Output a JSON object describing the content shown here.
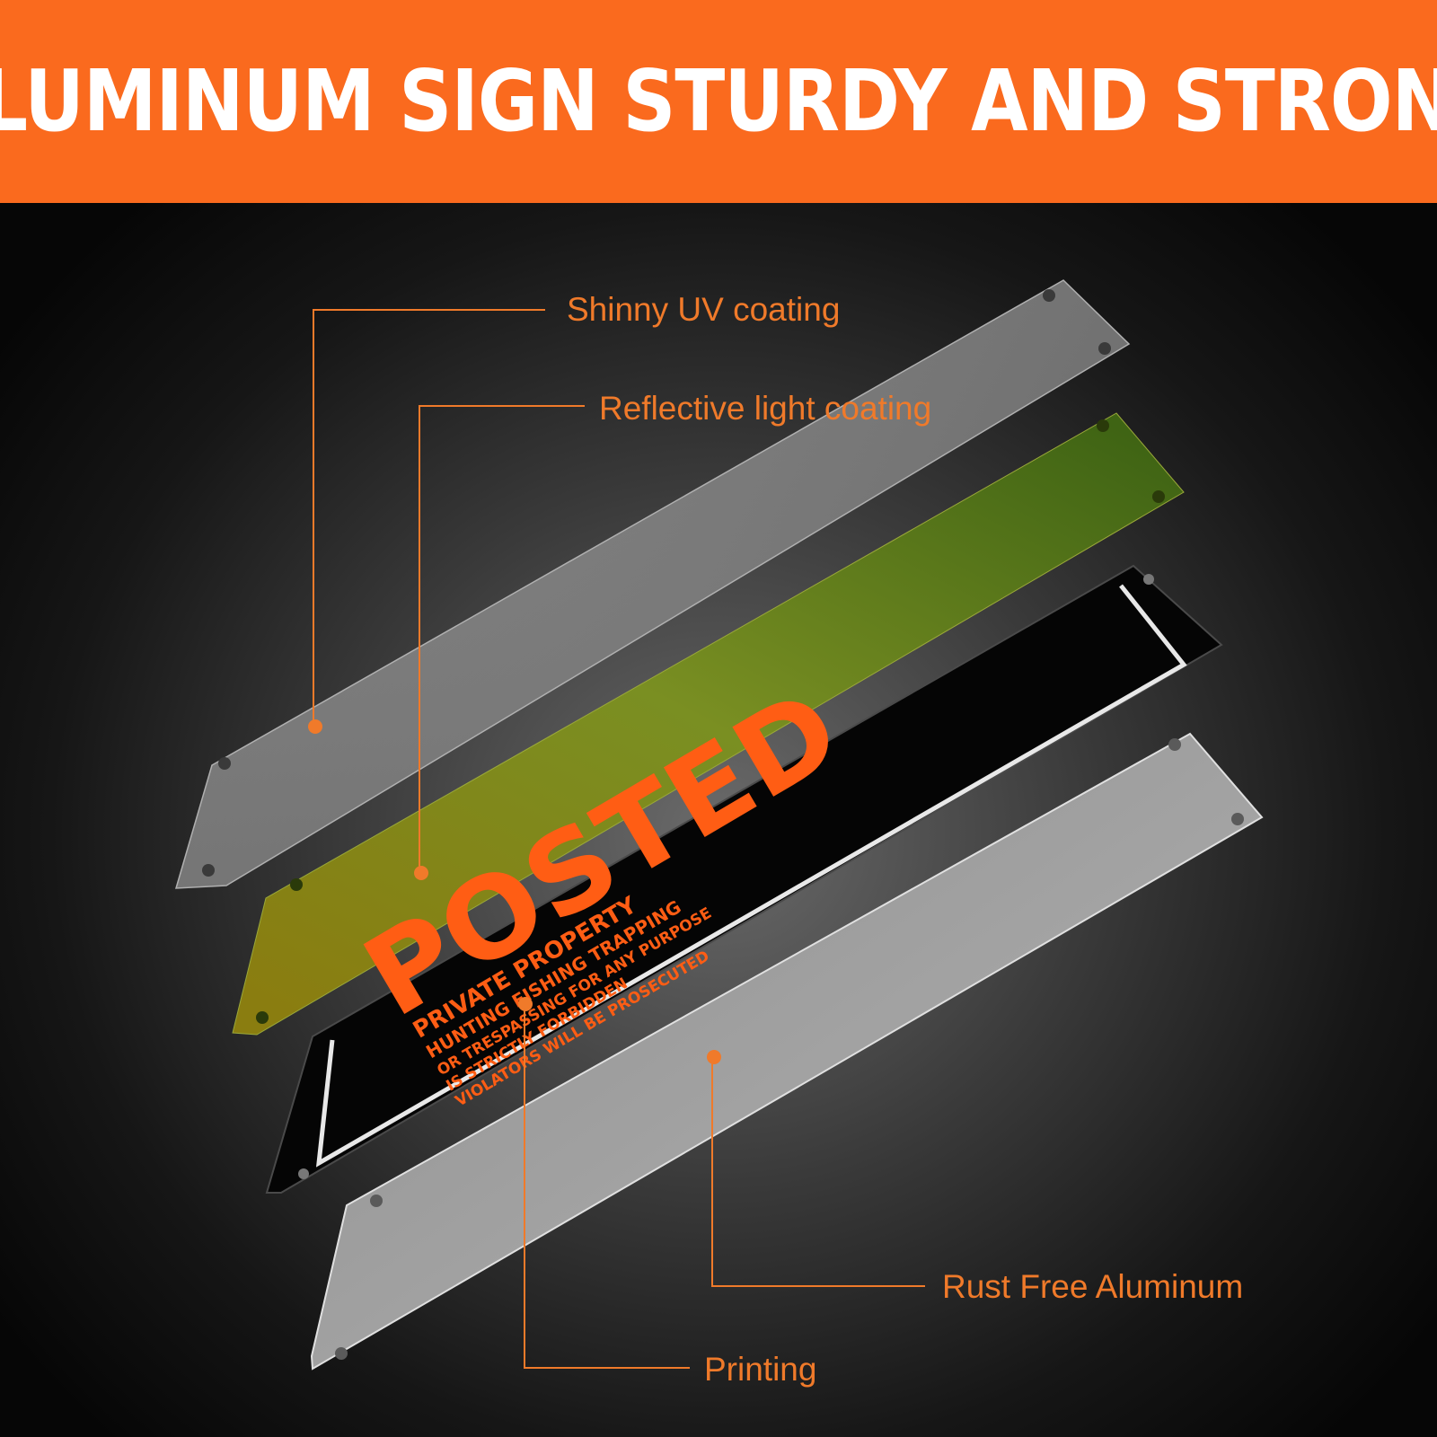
{
  "banner": {
    "title": "ALUMINUM SIGN STURDY AND STRONG",
    "background_color": "#fa6a1e",
    "text_color": "#ffffff"
  },
  "layers": [
    {
      "id": "uv-coating",
      "label": "Shinny UV coating",
      "color": "#8a8a8a"
    },
    {
      "id": "reflective",
      "label": "Reflective light coating",
      "color": "#6f8a1f"
    },
    {
      "id": "printing",
      "label": "Printing",
      "color": "#000000"
    },
    {
      "id": "aluminum",
      "label": "Rust Free Aluminum",
      "color": "#a4a4a4"
    }
  ],
  "sign": {
    "headline": "POSTED",
    "lines": [
      "PRIVATE PROPERTY",
      "HUNTING FISHING TRAPPING",
      "OR TRESPASSING FOR ANY PURPOSE",
      "IS STRICTLY FORBIDDEN",
      "VIOLATORS WILL BE PROSECUTED"
    ],
    "text_color": "#ff5d14"
  },
  "accent_color": "#f07a2a"
}
